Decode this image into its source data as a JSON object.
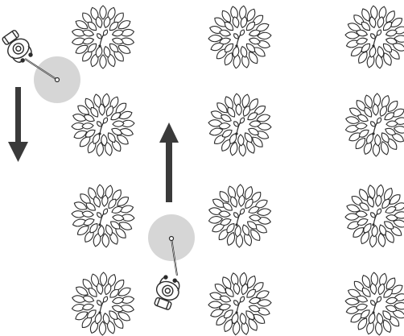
{
  "figure": {
    "colors": {
      "line": "#2b2b2b",
      "arrow": "#3a3a3a",
      "spot": "#d6d6d6",
      "background": "#ffffff"
    },
    "icons": {
      "plant": "bush-icon",
      "worker": "sprayer-operator-icon",
      "arrow_down": "arrow-down-icon",
      "arrow_up": "arrow-up-icon",
      "spray_zone": "spray-zone-circle"
    },
    "plant_grid": {
      "columns": 3,
      "rows": 4
    },
    "walk_directions": [
      "down",
      "up"
    ]
  }
}
